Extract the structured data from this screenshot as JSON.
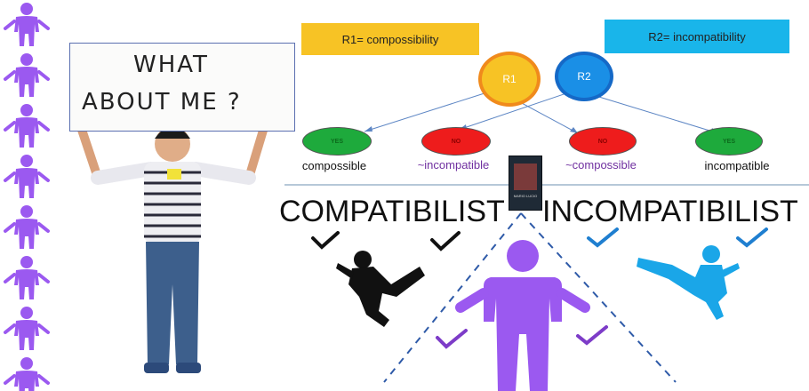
{
  "sign": {
    "line1": "WHAT",
    "line2": "ABOUT ME ?"
  },
  "r1_box": {
    "label": "R1= compossibility",
    "color": "#f7c325"
  },
  "r2_box": {
    "label": "R2= incompatibility",
    "color": "#19b5ea"
  },
  "nodes": [
    {
      "label": "R1",
      "fill": "#f7c325",
      "border": "#f08a1c"
    },
    {
      "label": "R2",
      "fill": "#1a8fe6",
      "border": "#1569c7"
    }
  ],
  "answers": [
    {
      "text": "YES",
      "fill": "#1eaa3c",
      "color": "#0c6a1c",
      "caption": "compossible",
      "caption_color": "#111111"
    },
    {
      "text": "NO",
      "fill": "#ee1c1c",
      "color": "#8a0000",
      "caption": "~incompatible",
      "caption_color": "#7030a0"
    },
    {
      "text": "NO",
      "fill": "#ee1c1c",
      "color": "#8a0000",
      "caption": "~compossible",
      "caption_color": "#7030a0"
    },
    {
      "text": "YES",
      "fill": "#1eaa3c",
      "color": "#0c6a1c",
      "caption": "incompatible",
      "caption_color": "#111111"
    }
  ],
  "headings": {
    "left": "COMPATIBILIST",
    "right": "INCOMPATIBILIST"
  },
  "book_cover": {
    "text": "MARIO LUCIO"
  },
  "colors": {
    "purple": "#9b59f0",
    "blue": "#1aa6e8",
    "divider": "#8aa6c0",
    "check_black": "#111111",
    "check_blue": "#1f7fd0",
    "check_purple": "#7d3cc8"
  },
  "icons": [
    "person-icon",
    "karate-kick-icon",
    "check-icon",
    "shrug-person-icon"
  ]
}
